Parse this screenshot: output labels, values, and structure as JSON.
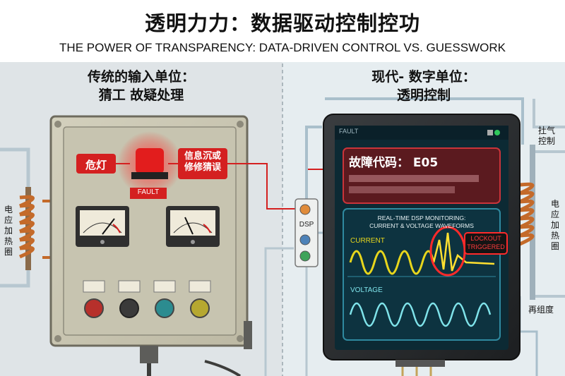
{
  "header": {
    "title": "透明力力：数据驱动控制控功",
    "subtitle": "THE POWER OF TRANSPARENCY: DATA-DRIVEN CONTROL VS. GUESSWORK"
  },
  "left_panel": {
    "heading_line1": "传统的输入单位：",
    "heading_line2": "猜工 故疑处理",
    "lamp_label": "危灯",
    "fault_tag": "FAULT",
    "callout_line1": "信息沉或",
    "callout_line2": "修修猜误",
    "heater_label": [
      "电",
      "应",
      "加",
      "热",
      "圈"
    ]
  },
  "center": {
    "module_label": "DSP"
  },
  "right_panel": {
    "heading_line1": "现代- 数字单位：",
    "heading_line2": "透明控制",
    "status_label": "FAULT",
    "fault_code": "故障代码： E05",
    "monitor_title_line1": "REAL-TIME DSP MONITORING:",
    "monitor_title_line2": "CURRENT & VOLTAGE WAVEFORMS",
    "current_label": "CURRENT",
    "voltage_label": "VOLTAGE",
    "lockout_line1": "LOCKOUT",
    "lockout_line2": "TRIGGERED",
    "top_right_label_line1": "扗气",
    "top_right_label_line2": "控制",
    "heater_label": [
      "电",
      "应",
      "加",
      "热",
      "圈"
    ],
    "bottom_right_label": "再组度"
  },
  "colors": {
    "alarm_red": "#d42020",
    "current_yellow": "#e7d61c",
    "voltage_cyan": "#7fe3ea",
    "screen_dark": "#0c2a34",
    "copper": "#c46a2a",
    "panel_beige": "#c9c6b3"
  }
}
